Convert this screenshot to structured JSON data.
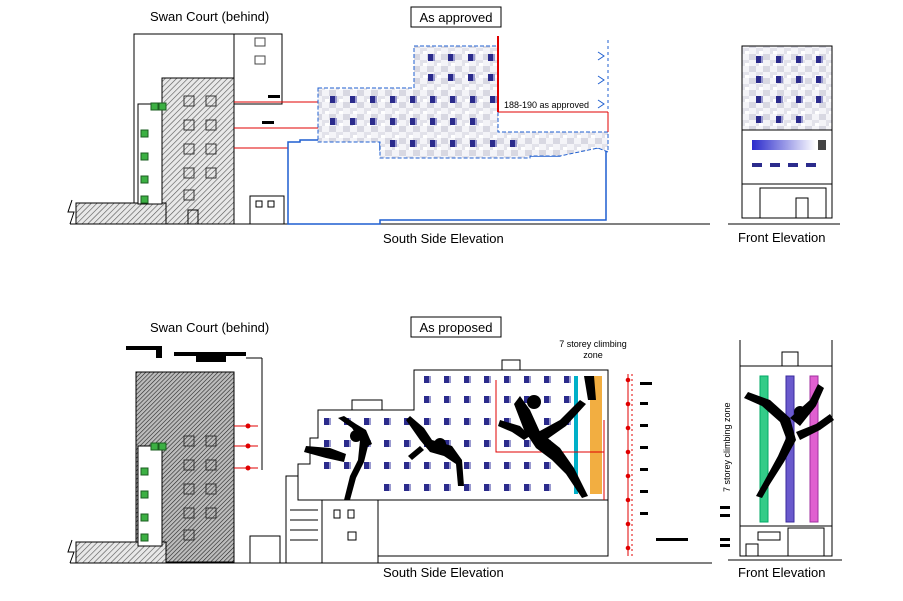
{
  "approved": {
    "context_label": "Swan Court (behind)",
    "scheme_label": "As approved",
    "side_title": "South Side Elevation",
    "front_title": "Front Elevation",
    "annotation": "188-190 as approved"
  },
  "proposed": {
    "context_label": "Swan Court (behind)",
    "scheme_label": "As proposed",
    "side_title": "South Side Elevation",
    "front_title": "Front Elevation",
    "zone_label_line1": "7 storey climbing",
    "zone_label_line2": "zone",
    "front_zone_label": "7 storey climbing zone"
  },
  "colors": {
    "line": "#000000",
    "dimension_red": "#e00000",
    "outline_blue": "#1f5fd0",
    "glazing_green": "#3cb043",
    "window_blue": "#2b2b8c",
    "panel_cyan": "#00b0c8",
    "panel_orange": "#f0a020",
    "tube_green": "#33cc88",
    "tube_purple": "#6a5acd",
    "tube_pink": "#e060d0"
  }
}
